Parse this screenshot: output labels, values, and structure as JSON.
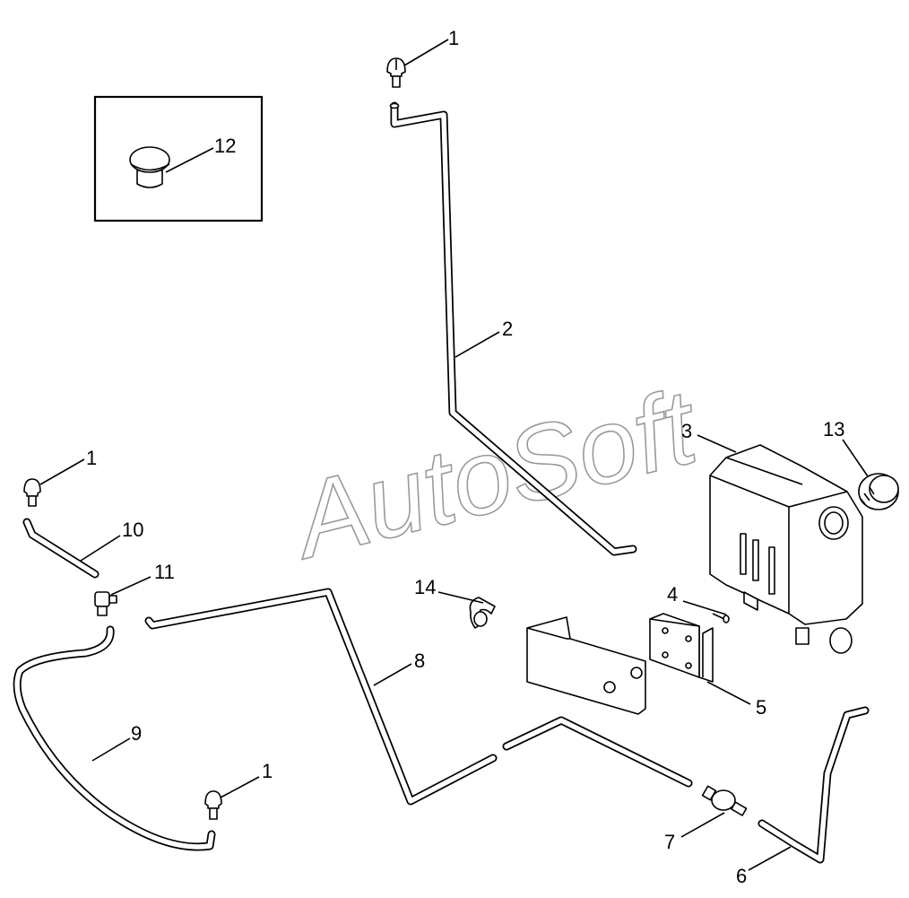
{
  "callouts": {
    "c1_top": "1",
    "c1_left": "1",
    "c1_bottom": "1",
    "c2": "2",
    "c3": "3",
    "c4": "4",
    "c5": "5",
    "c6": "6",
    "c7": "7",
    "c8": "8",
    "c9": "9",
    "c10": "10",
    "c11": "11",
    "c12": "12",
    "c13": "13",
    "c14": "14"
  },
  "watermark": "AutoSoft",
  "colors": {
    "line": "#000000",
    "watermark": "#9a9a9a",
    "background": "#ffffff"
  }
}
